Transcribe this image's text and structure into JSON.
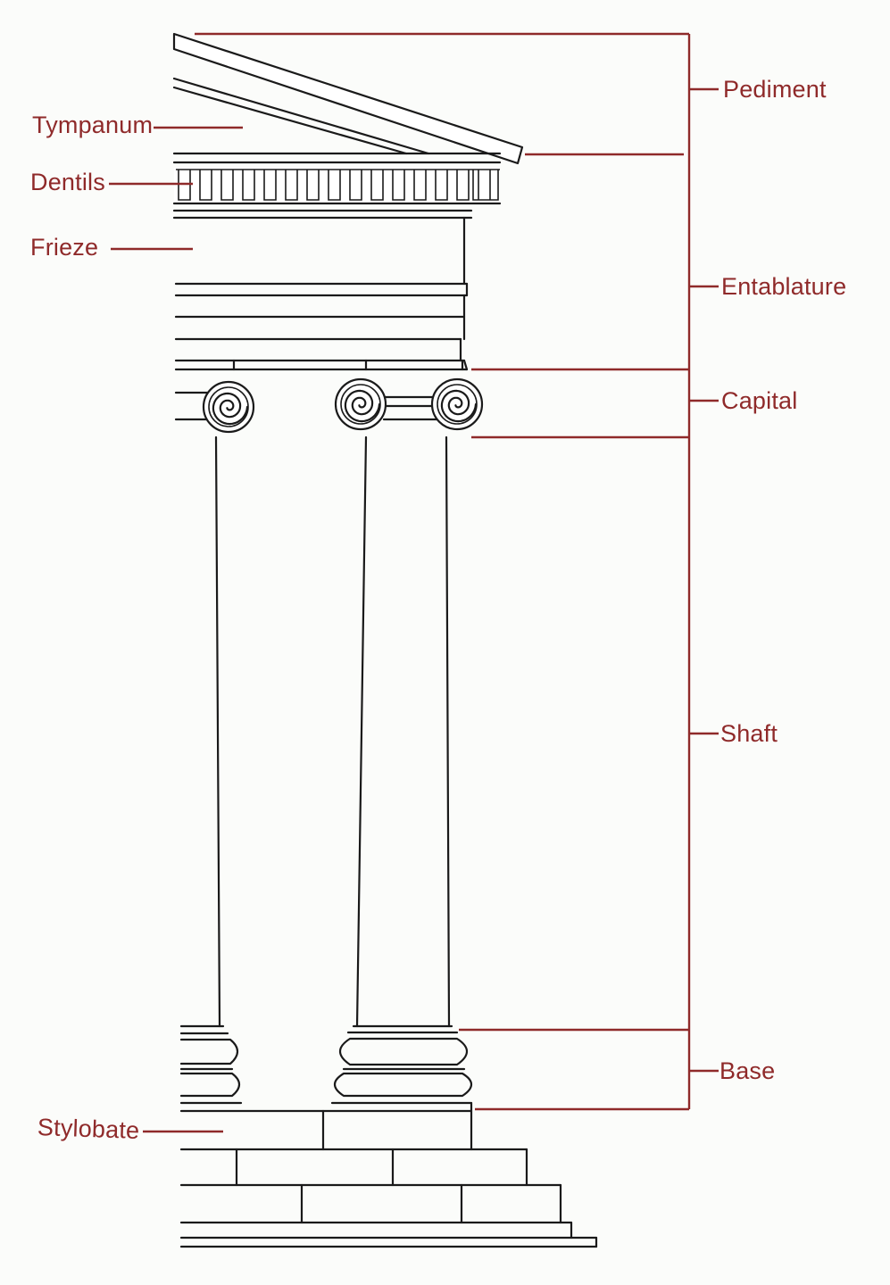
{
  "colors": {
    "accent": "#8f2a2a",
    "ink": "#1a1a1a",
    "background": "#fbfcfa"
  },
  "labels": {
    "tympanum": "Tympanum",
    "dentils": "Dentils",
    "frieze": "Frieze",
    "stylobate": "Stylobate",
    "pediment": "Pediment",
    "entablature": "Entablature",
    "capital": "Capital",
    "shaft": "Shaft",
    "base": "Base"
  }
}
